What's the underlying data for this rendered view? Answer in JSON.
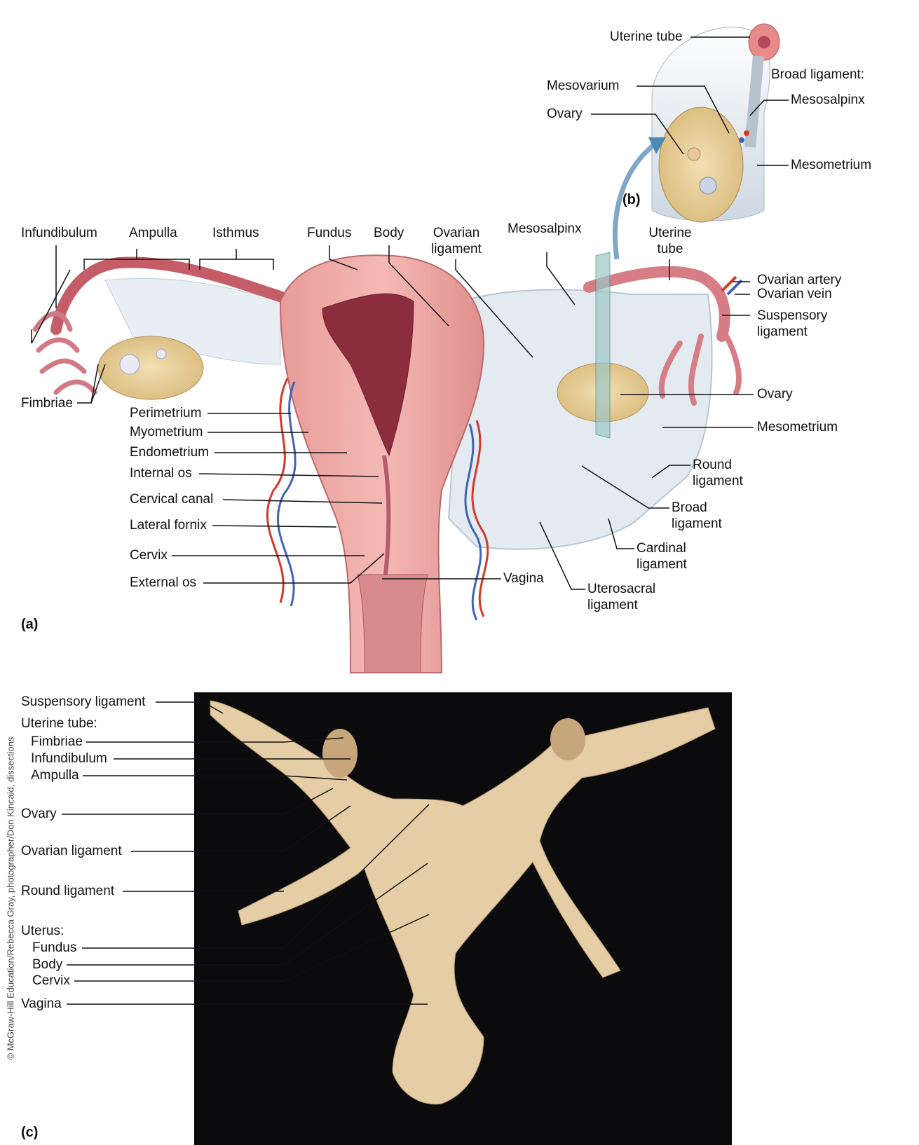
{
  "panels": {
    "a": "(a)",
    "b": "(b)",
    "c": "(c)"
  },
  "labels_a": {
    "infundibulum": "Infundibulum",
    "ampulla": "Ampulla",
    "isthmus": "Isthmus",
    "fundus": "Fundus",
    "body": "Body",
    "ovarian_ligament_1": "Ovarian",
    "ovarian_ligament_2": "ligament",
    "mesosalpinx": "Mesosalpinx",
    "uterine_tube_1": "Uterine",
    "uterine_tube_2": "tube",
    "ovarian_artery": "Ovarian artery",
    "ovarian_vein": "Ovarian vein",
    "suspensory_1": "Suspensory",
    "suspensory_2": "ligament",
    "fimbriae": "Fimbriae",
    "perimetrium": "Perimetrium",
    "myometrium": "Myometrium",
    "endometrium": "Endometrium",
    "internal_os": "Internal os",
    "cervical_canal": "Cervical canal",
    "lateral_fornix": "Lateral fornix",
    "cervix": "Cervix",
    "external_os": "External os",
    "vagina": "Vagina",
    "ovary": "Ovary",
    "mesometrium": "Mesometrium",
    "round_1": "Round",
    "round_2": "ligament",
    "broad_1": "Broad",
    "broad_2": "ligament",
    "cardinal_1": "Cardinal",
    "cardinal_2": "ligament",
    "uterosacral_1": "Uterosacral",
    "uterosacral_2": "ligament"
  },
  "labels_b": {
    "uterine_tube": "Uterine tube",
    "broad_ligament": "Broad ligament:",
    "mesovarium": "Mesovarium",
    "mesosalpinx": "Mesosalpinx",
    "ovary": "Ovary",
    "mesometrium": "Mesometrium"
  },
  "labels_c": {
    "suspensory": "Suspensory ligament",
    "uterine_tube": "Uterine tube:",
    "fimbriae": "Fimbriae",
    "infundibulum": "Infundibulum",
    "ampulla": "Ampulla",
    "ovary": "Ovary",
    "ovarian_ligament": "Ovarian ligament",
    "round_ligament": "Round ligament",
    "uterus": "Uterus:",
    "fundus": "Fundus",
    "body": "Body",
    "cervix": "Cervix",
    "vagina": "Vagina"
  },
  "credit": "© McGraw-Hill Education/Rebecca Gray, photographer/Don Kincaid, dissections",
  "colors": {
    "tissue": "#e8a3a3",
    "tissue_dark": "#c86a6f",
    "ligament": "#dfe7ee",
    "ovary": "#e9d3a1",
    "artery": "#d2392b",
    "vein": "#3f63b6",
    "photo_bg": "#0b0b0e",
    "specimen": "#e8d2ac"
  }
}
